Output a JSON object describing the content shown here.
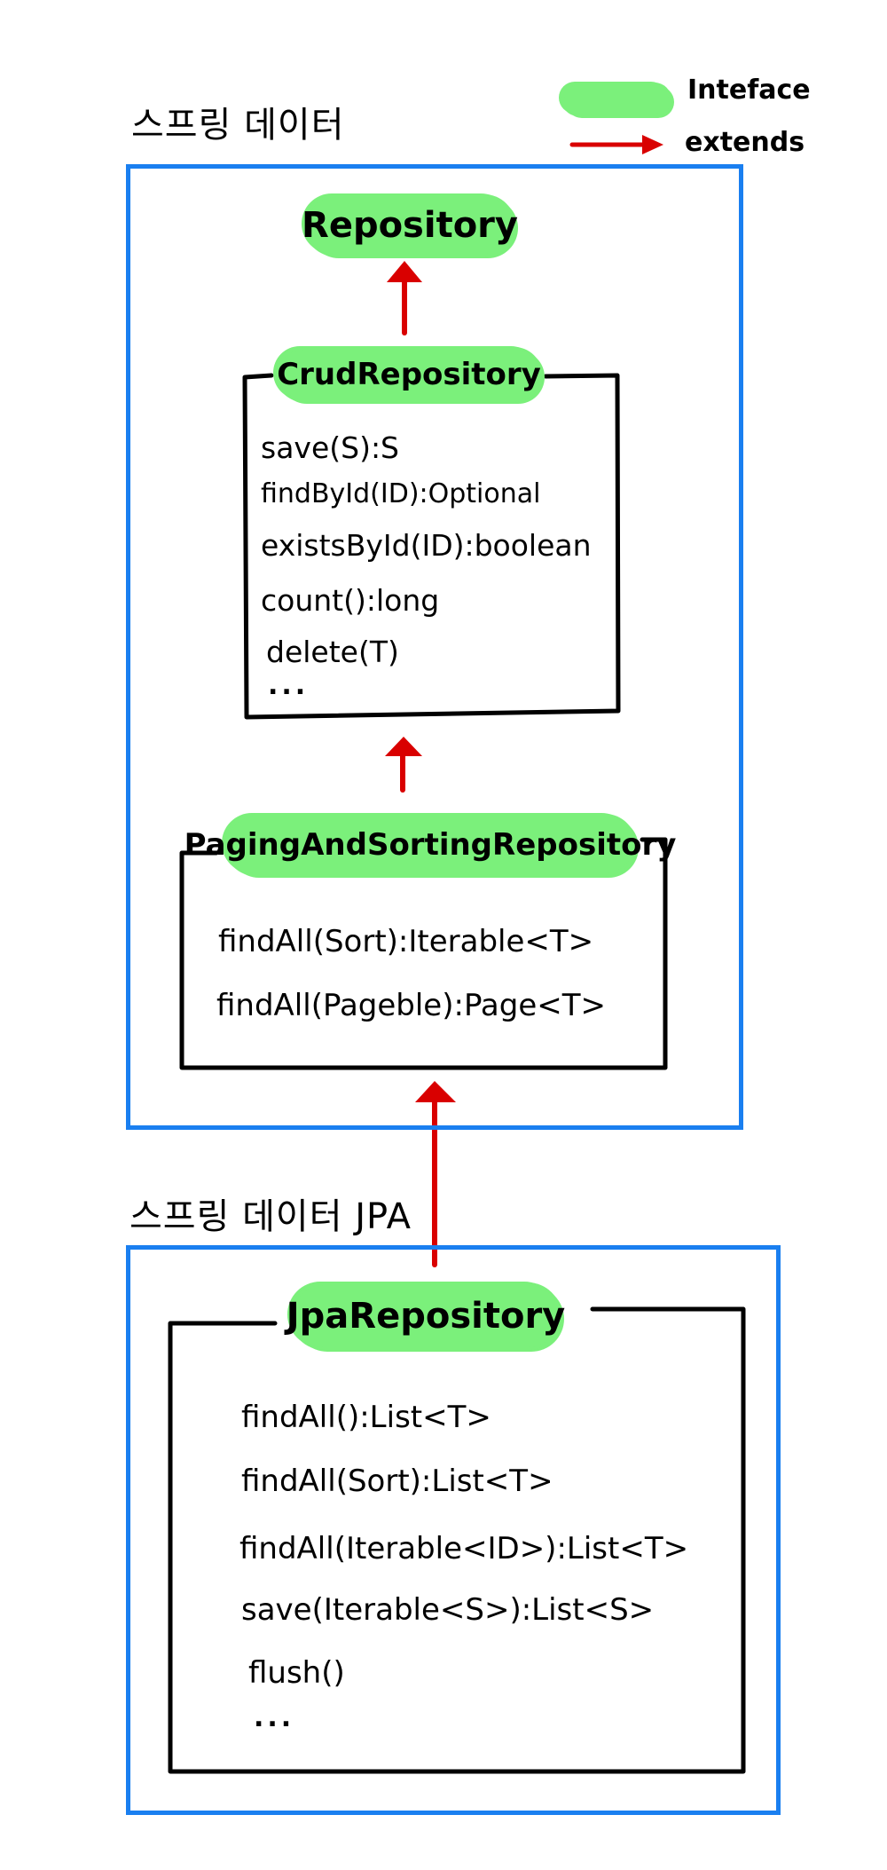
{
  "legend": {
    "interface_label": "Inteface",
    "extends_label": "extends",
    "interface_color": "#7bf07b",
    "extends_color": "#d90000"
  },
  "sections": {
    "spring_data_title": "스프링 데이터",
    "spring_data_jpa_title": "스프링 데이터 JPA",
    "frame_color": "#1a7ff0"
  },
  "repository": {
    "name": "Repository"
  },
  "crud_repository": {
    "name": "CrudRepository",
    "methods": [
      "save(S):S",
      "findById(ID):Optional",
      "existsById(ID):boolean",
      "count():long",
      "delete(T)"
    ],
    "more": "..."
  },
  "paging_repository": {
    "name": "PagingAndSortingRepository",
    "methods": [
      "findAll(Sort):Iterable<T>",
      "findAll(Pageble):Page<T>"
    ]
  },
  "jpa_repository": {
    "name": "JpaRepository",
    "methods": [
      "findAll():List<T>",
      "findAll(Sort):List<T>",
      "findAll(Iterable<ID>):List<T>",
      "save(Iterable<S>):List<S>",
      "flush()"
    ],
    "more": "..."
  }
}
